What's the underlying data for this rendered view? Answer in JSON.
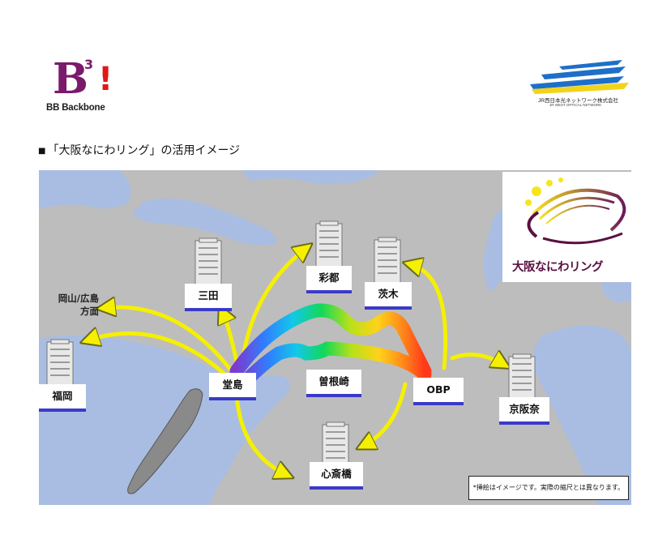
{
  "logos": {
    "bb_mark": "B",
    "bb_sup": "3",
    "bb_bang": "!",
    "bb_text": "BB Backbone",
    "jr_text": "JR西日本光ネットワーク株式会社",
    "jr_sub": "JR WEST OPTICAL NETWORK",
    "ring_title": "大阪なにわリング",
    "colors": {
      "bb_purple": "#7a1a6c",
      "bb_red": "#e01818",
      "jr_blue": "#1e6fc8",
      "jr_yellow": "#f2d31c",
      "ring_purple": "#5a1040"
    }
  },
  "caption": {
    "bullet": "■",
    "text": "「大阪なにわリング」の活用イメージ"
  },
  "map": {
    "labels": {
      "saito": "彩都",
      "ibaraki": "茨木",
      "sanda": "三田",
      "fukuoka": "福岡",
      "dojima": "堂島",
      "sonezaki": "曽根崎",
      "obp": "OBP",
      "keihanna": "京阪奈",
      "shinsaibashi": "心斎橋"
    },
    "direction_line1": "岡山/広島",
    "direction_line2": "方面",
    "note": "*挿絵はイメージです。実際の縮尺とは異なります。",
    "colors": {
      "sea": "#a9bde2",
      "land": "#bdbdbd",
      "island": "#8a8a8a",
      "arrow": "#f5f000"
    }
  }
}
